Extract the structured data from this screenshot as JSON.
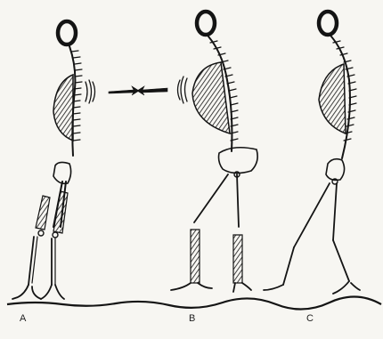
{
  "figure": {
    "labels": {
      "a": "A",
      "b": "B",
      "c": "C"
    },
    "colors": {
      "ink": "#141414",
      "paper": "#f7f6f2"
    }
  }
}
